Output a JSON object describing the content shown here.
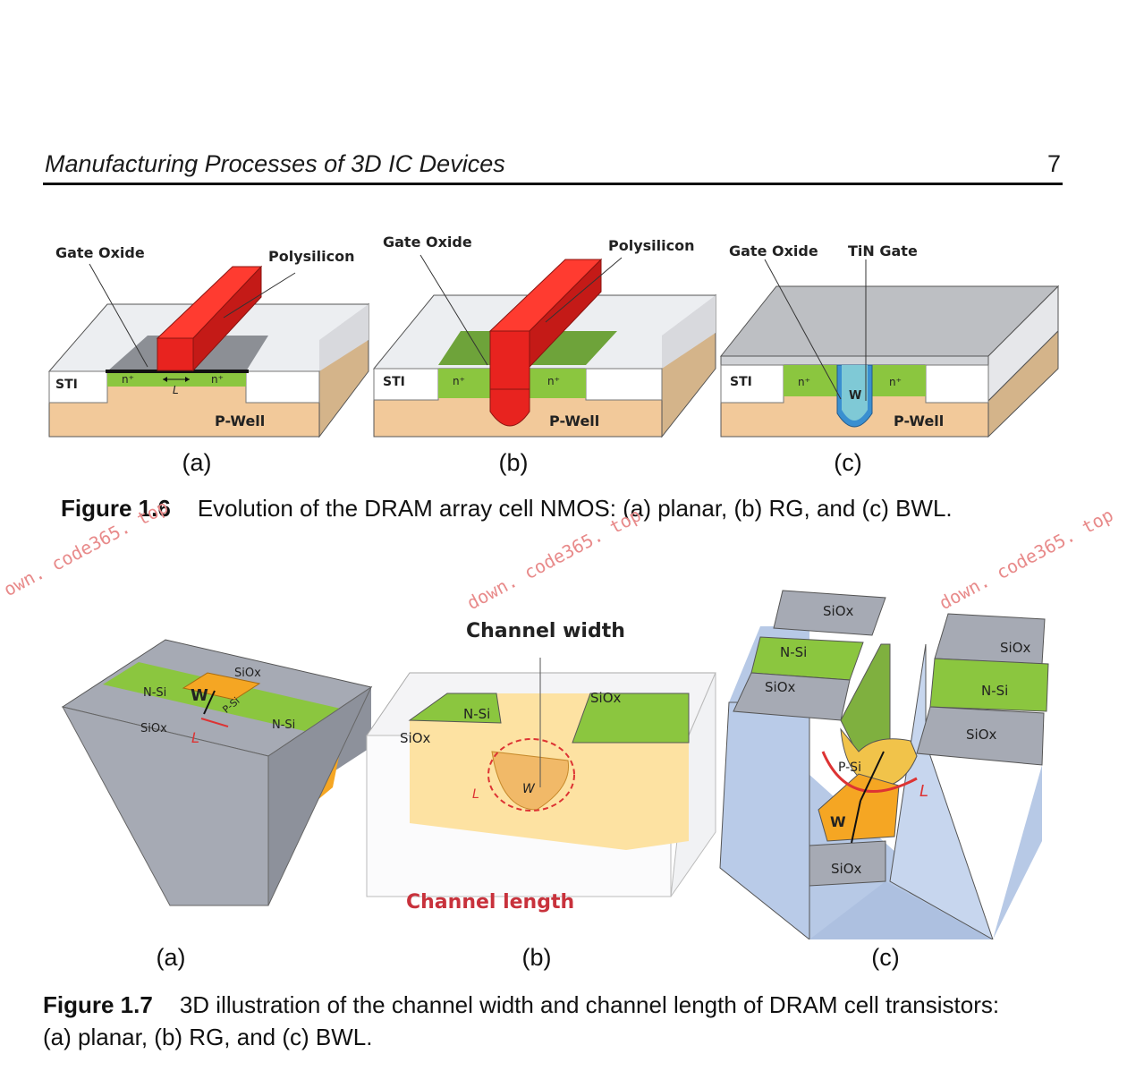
{
  "header": {
    "title": "Manufacturing Processes of 3D IC Devices",
    "page_number": "7"
  },
  "figure_1_6": {
    "panels": [
      {
        "label": "(a)",
        "gate_oxide": "Gate Oxide",
        "gate": "Polysilicon",
        "sti": "STI",
        "n_left": "n⁺",
        "n_right": "n⁺",
        "length": "L",
        "well": "P-Well"
      },
      {
        "label": "(b)",
        "gate_oxide": "Gate Oxide",
        "gate": "Polysilicon",
        "sti": "STI",
        "n_left": "n⁺",
        "n_right": "n⁺",
        "well": "P-Well"
      },
      {
        "label": "(c)",
        "gate_oxide": "Gate Oxide",
        "gate": "TiN Gate",
        "sti": "STI",
        "n_left": "n⁺",
        "n_right": "n⁺",
        "width": "W",
        "well": "P-Well"
      }
    ],
    "caption_number": "Figure 1.6",
    "caption_text": "Evolution of the DRAM array cell NMOS: (a) planar, (b) RG, and (c) BWL."
  },
  "figure_1_7": {
    "panel_a": {
      "label": "(a)",
      "siox_top": "SiOx",
      "siox_bottom": "SiOx",
      "n_left": "N-Si",
      "n_right": "N-Si",
      "p_si": "P-Si",
      "width": "W",
      "length": "L"
    },
    "panel_b": {
      "label": "(b)",
      "title": "Channel width",
      "siox_right": "SiOx",
      "siox_left": "SiOx",
      "n_si": "N-Si",
      "width": "W",
      "length": "L",
      "footer": "Channel length"
    },
    "panel_c": {
      "label": "(c)",
      "siox_1": "SiOx",
      "n_si_1": "N-Si",
      "siox_2": "SiOx",
      "siox_3": "SiOx",
      "n_si_2": "N-Si",
      "siox_4": "SiOx",
      "p_si": "P-Si",
      "width": "W",
      "length": "L",
      "siox_bottom": "SiOx"
    },
    "caption_number": "Figure 1.7",
    "caption_line1": "3D illustration of the channel width and channel length of DRAM cell transistors:",
    "caption_line2": "(a) planar, (b) RG, and (c) BWL."
  },
  "watermarks": [
    "own. code365. top",
    "down. code365. top",
    "down. code365. top"
  ],
  "colors": {
    "gate_red": "#e8231f",
    "n_green": "#8bc63f",
    "p_well": "#f2c99a",
    "sti_gray": "#e6e7ea",
    "p_si_orange": "#f5a623",
    "siox_gray": "#a6aab4",
    "tin_blue": "#7fc9d6"
  }
}
